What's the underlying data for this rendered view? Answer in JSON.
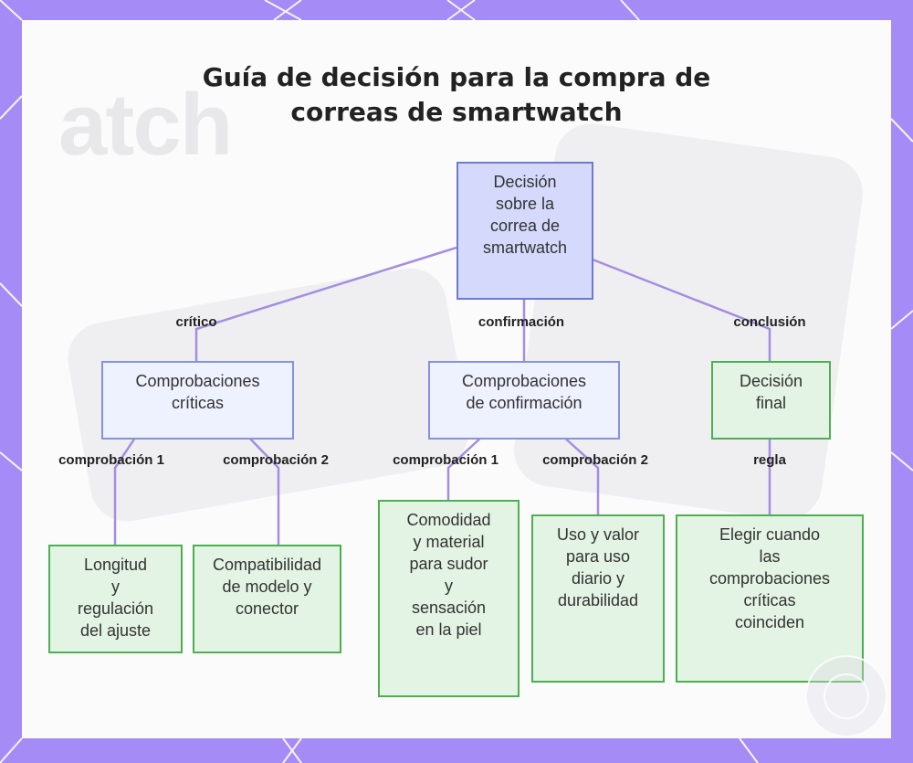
{
  "title": {
    "line1": "Guía de decisión para la compra de",
    "line2": "correas de smartwatch"
  },
  "background_watermark": "atch",
  "nodes": {
    "root": [
      "Decisión",
      "sobre la",
      "correa de",
      "smartwatch"
    ],
    "criticas": [
      "Comprobaciones",
      "críticas"
    ],
    "confirmacion": [
      "Comprobaciones",
      "de confirmación"
    ],
    "decision_final": [
      "Decisión",
      "final"
    ],
    "longitud": [
      "Longitud",
      "y",
      "regulación",
      "del ajuste"
    ],
    "compatibilidad": [
      "Compatibilidad",
      "de modelo y",
      "conector"
    ],
    "comodidad": [
      "Comodidad",
      "y material",
      "para sudor",
      "y",
      "sensación",
      "en la piel"
    ],
    "uso": [
      "Uso y valor",
      "para uso",
      "diario y",
      "durabilidad"
    ],
    "elegir": [
      "Elegir cuando",
      "las",
      "comprobaciones",
      "críticas",
      "coinciden"
    ]
  },
  "edge_labels": {
    "critico": "crítico",
    "confirmacion": "confirmación",
    "conclusion": "conclusión",
    "crit_c1": "comprobación 1",
    "crit_c2": "comprobación 2",
    "conf_c1": "comprobación 1",
    "conf_c2": "comprobación 2",
    "regla": "regla"
  },
  "colors": {
    "frame": "#a58bf5",
    "edge": "#a58ee0",
    "root_fill": "#d5d9fb",
    "blue_fill": "#eef1fe",
    "green_fill": "#e3f3e4",
    "green_border": "#4caf50"
  }
}
